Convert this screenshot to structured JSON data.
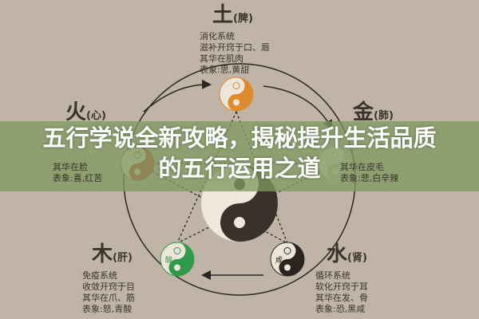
{
  "elements": {
    "earth": {
      "name": "土",
      "organ": "(脾)",
      "lines": [
        "消化系统",
        "滋补开窍于口、唇",
        "其华在肌肉",
        "表象:思,黄甜"
      ],
      "color": "#e08a2e"
    },
    "fire": {
      "name": "火",
      "organ": "(心)",
      "lines": [
        "其华在脸",
        "表象:喜,红苦"
      ],
      "color": "#c9452e"
    },
    "metal": {
      "name": "金",
      "organ": "(肺)",
      "lines": [
        "其华在皮毛",
        "表象:悲,白辛辣"
      ],
      "color": "#c8c2b6"
    },
    "wood": {
      "name": "木",
      "organ": "(肝)",
      "lines": [
        "免疫系统",
        "收敛开窍于目",
        "其华在爪、筋",
        "表象:怒,青酸"
      ],
      "color": "#2f9a4a",
      "taste": "酸"
    },
    "water": {
      "name": "水",
      "organ": "(肾)",
      "lines": [
        "循环系统",
        "软化开窍于耳",
        "其华在发、骨",
        "表象:恐,黑咸"
      ],
      "color": "#2a2520",
      "taste": "咸"
    }
  },
  "banner": {
    "line1": "五行学说全新攻略，揭秘提升生活品质",
    "line2": "的五行运用之道"
  }
}
